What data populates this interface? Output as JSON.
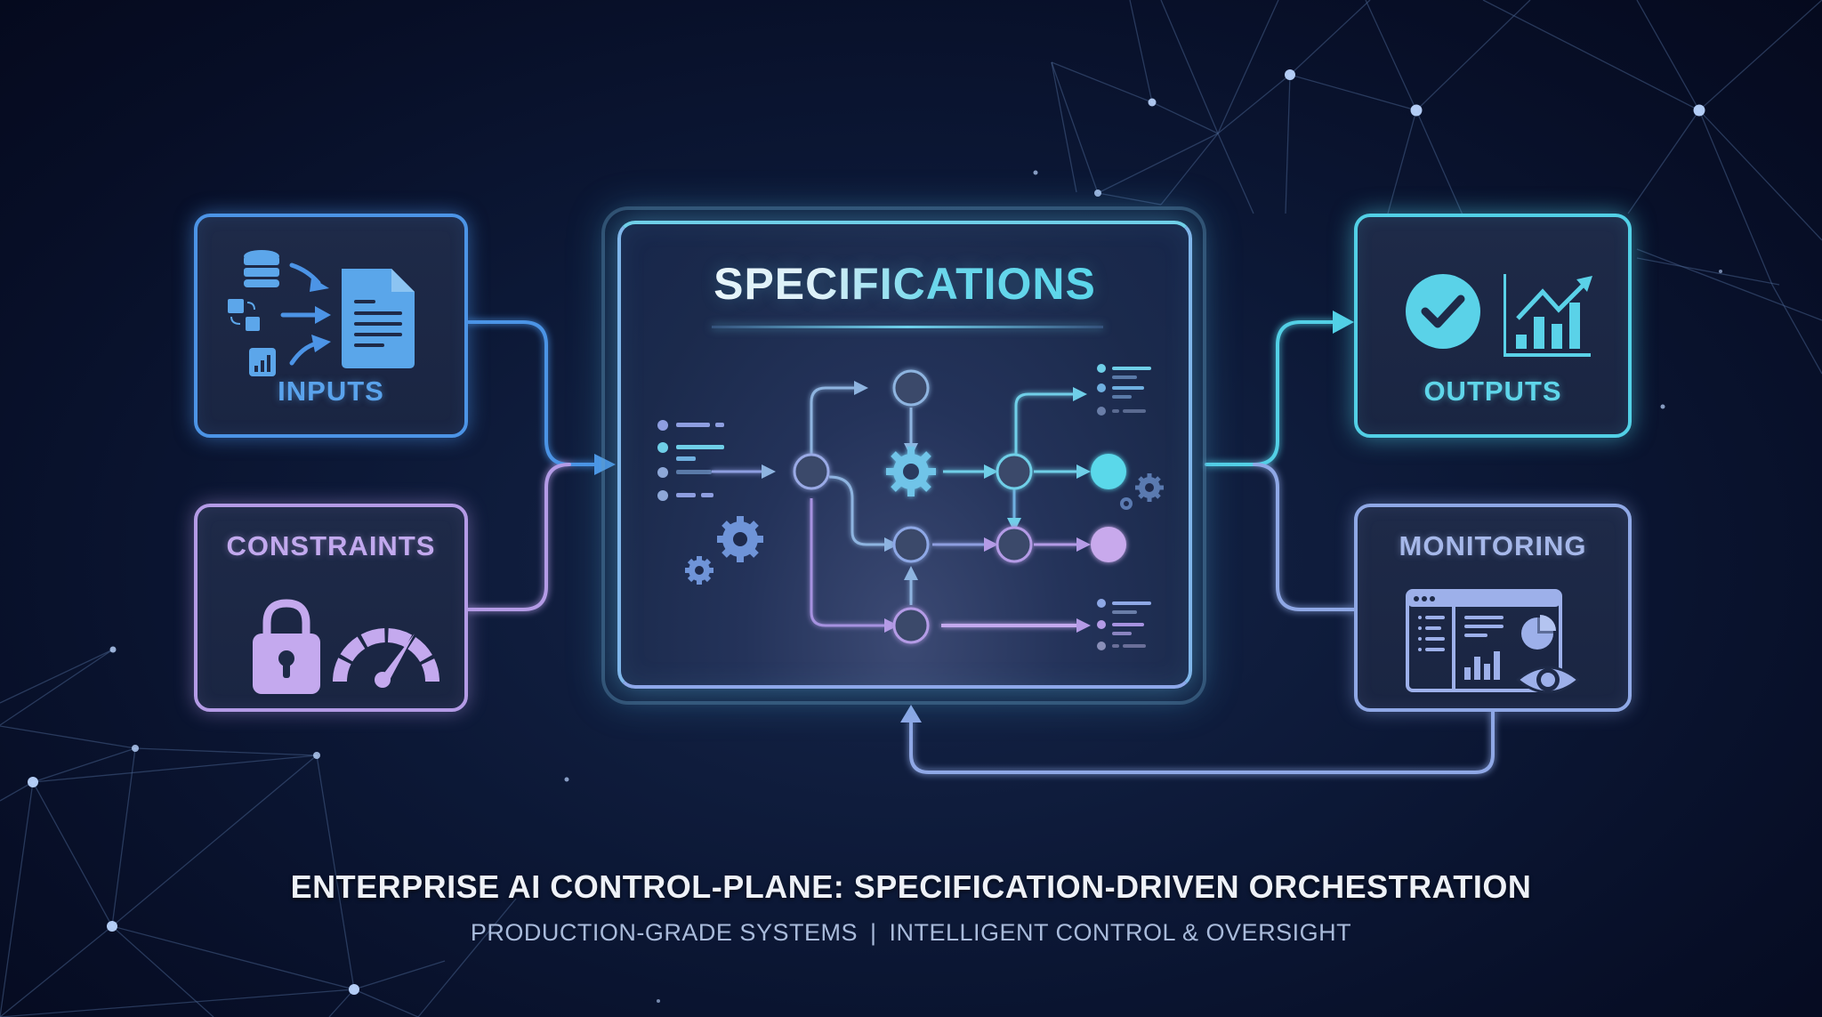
{
  "title": "ENTERPRISE AI CONTROL-PLANE: SPECIFICATION-DRIVEN ORCHESTRATION",
  "subtitle": {
    "left": "PRODUCTION-GRADE SYSTEMS",
    "separator": "|",
    "right": "INTELLIGENT CONTROL & OVERSIGHT"
  },
  "nodes": {
    "inputs": {
      "label": "INPUTS",
      "color": "#4c94e6",
      "icons": [
        "database-icon",
        "file-exchange-icon",
        "bar-chart-icon",
        "arrow-icon",
        "document-icon"
      ]
    },
    "constraints": {
      "label": "CONSTRAINTS",
      "color": "#b49be6",
      "icons": [
        "lock-icon",
        "gauge-icon"
      ]
    },
    "specifications": {
      "label": "SPECIFICATIONS",
      "color": "#6fcfe8",
      "icons": [
        "list-icon",
        "gear-icon",
        "flow-node-icon",
        "workflow-graph-icon"
      ]
    },
    "outputs": {
      "label": "OUTPUTS",
      "color": "#52d0e6",
      "icons": [
        "check-circle-icon",
        "growth-chart-icon"
      ]
    },
    "monitoring": {
      "label": "MONITORING",
      "color": "#8fa8e6",
      "icons": [
        "dashboard-window-icon",
        "pie-chart-icon",
        "bar-chart-icon",
        "eye-icon"
      ]
    }
  },
  "edges": [
    {
      "from": "inputs",
      "to": "specifications"
    },
    {
      "from": "constraints",
      "to": "specifications"
    },
    {
      "from": "specifications",
      "to": "outputs"
    },
    {
      "from": "specifications",
      "to": "monitoring"
    },
    {
      "from": "monitoring",
      "to": "specifications",
      "type": "feedback"
    }
  ],
  "colors": {
    "background": "#070e26",
    "cyan": "#52d0e6",
    "blue": "#4c94e6",
    "violet": "#b49be6",
    "periwinkle": "#8fa8e6"
  }
}
